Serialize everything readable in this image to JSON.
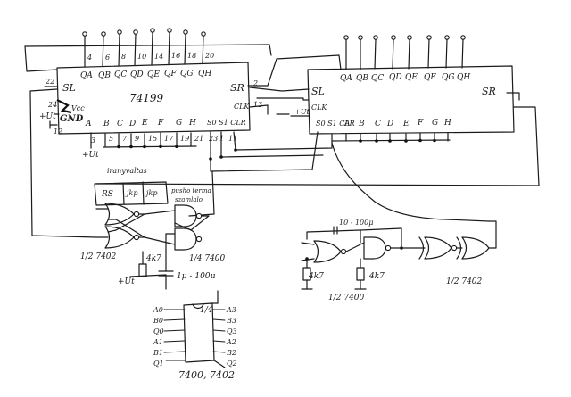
{
  "colors": {
    "ink": "#1b1b1b",
    "paper": "#ffffff"
  },
  "left_chip": {
    "part": "74199",
    "top_pin_numbers": [
      "4",
      "6",
      "8",
      "10",
      "14",
      "16",
      "18",
      "20"
    ],
    "top_outputs": [
      "QA",
      "QB",
      "QC",
      "QD",
      "QE",
      "QF",
      "QG",
      "QH"
    ],
    "sl": "SL",
    "sr": "SR",
    "vcc": "Vcc",
    "gnd": "GND",
    "pin22": "22",
    "pin24": "24",
    "pin12": "12",
    "pin2": "2",
    "pin13": "13",
    "clk_inhibit": "CLK",
    "bottom_inputs": [
      "A",
      "B",
      "C",
      "D",
      "E",
      "F",
      "G",
      "H"
    ],
    "bottom_pin_numbers": [
      "3",
      "5",
      "7",
      "9",
      "15",
      "17",
      "19",
      "21"
    ],
    "control_labels": "S0 S1 CLR",
    "control_pins": [
      "23",
      "1",
      "11"
    ],
    "plus_ut": "+Ut",
    "plus_ut_2": "+Ut"
  },
  "right_chip": {
    "top_outputs": [
      "QA",
      "QB",
      "QC",
      "QD",
      "QE",
      "QF",
      "QG",
      "QH"
    ],
    "sl": "SL",
    "sr": "SR",
    "clk_inhibit": "CLK",
    "control_labels": "S0 S1 CLR",
    "bottom_inputs": [
      "A",
      "B",
      "C",
      "D",
      "E",
      "F",
      "G",
      "H"
    ],
    "plus_ut": "+Ut"
  },
  "direction_box": {
    "title": "iranyvaltas",
    "cells": [
      "RS",
      "jkp",
      "jkp"
    ],
    "side_note": "pusho terma",
    "side_note_2": "szamlalo"
  },
  "labels": {
    "gate_7402_left": "1/2 7402",
    "gate_7400_left": "1/4 7400",
    "resistor_left": "4k7",
    "cap_left": "1μ - 100μ",
    "plus_ut_left": "+Ut",
    "cap_right": "10 - 100μ",
    "resistor_right_1": "4k7",
    "resistor_right_2": "4k7",
    "gate_7400_right": "1/2 7400",
    "gate_7402_right": "1/2 7402",
    "pinout_chip": "1/4",
    "pinout_left_pins": [
      "A0",
      "B0",
      "Q0",
      "A1",
      "B1",
      "Q1"
    ],
    "pinout_right_pins": [
      "A3",
      "B3",
      "Q3",
      "A2",
      "B2",
      "Q2"
    ],
    "pinout_caption": "7400, 7402"
  }
}
